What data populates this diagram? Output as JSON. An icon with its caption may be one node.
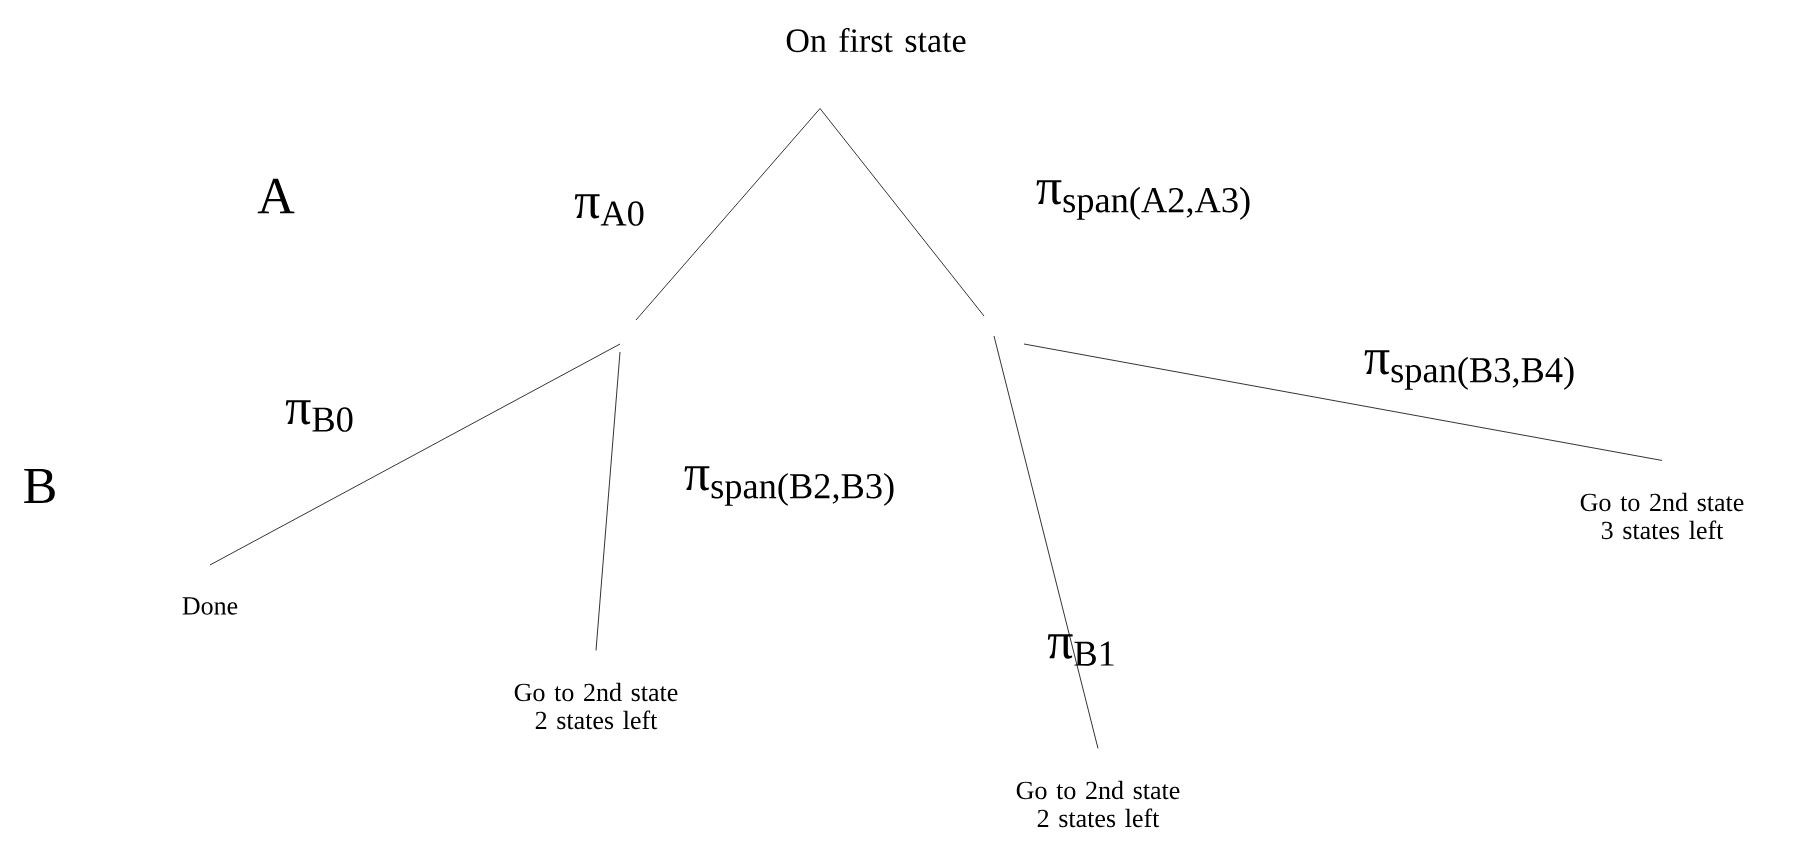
{
  "diagram": {
    "nodes": [
      {
        "text": [
          "On first state"
        ]
      },
      {
        "text": [
          "Done"
        ]
      },
      {
        "text": [
          "Go to 2nd state 2 states left"
        ]
      },
      {
        "text": [
          "Go to 2nd state 2 states left"
        ]
      },
      {
        "text": [
          "Go to 2nd state 3 states left"
        ]
      }
    ],
    "edges": [
      {
        "from": 0,
        "to": null,
        "arrow": "none",
        "label": "π$_{A0}$"
      },
      {
        "from": 0,
        "to": null,
        "arrow": "none",
        "label": "π$_{span(A2,A3)}$"
      },
      {
        "from": null,
        "to": 1,
        "arrow": "none",
        "label": "π$_{B0}$"
      },
      {
        "from": null,
        "to": 2,
        "arrow": "none",
        "label": "π$_{span(B2,B3)}$"
      },
      {
        "from": null,
        "to": 3,
        "arrow": "none",
        "label": "π$_{B1}$"
      },
      {
        "from": null,
        "to": 4,
        "arrow": "none",
        "label": "π$_{span(B3,B4)}$"
      }
    ],
    "labels": [
      "A",
      "B"
    ]
  }
}
